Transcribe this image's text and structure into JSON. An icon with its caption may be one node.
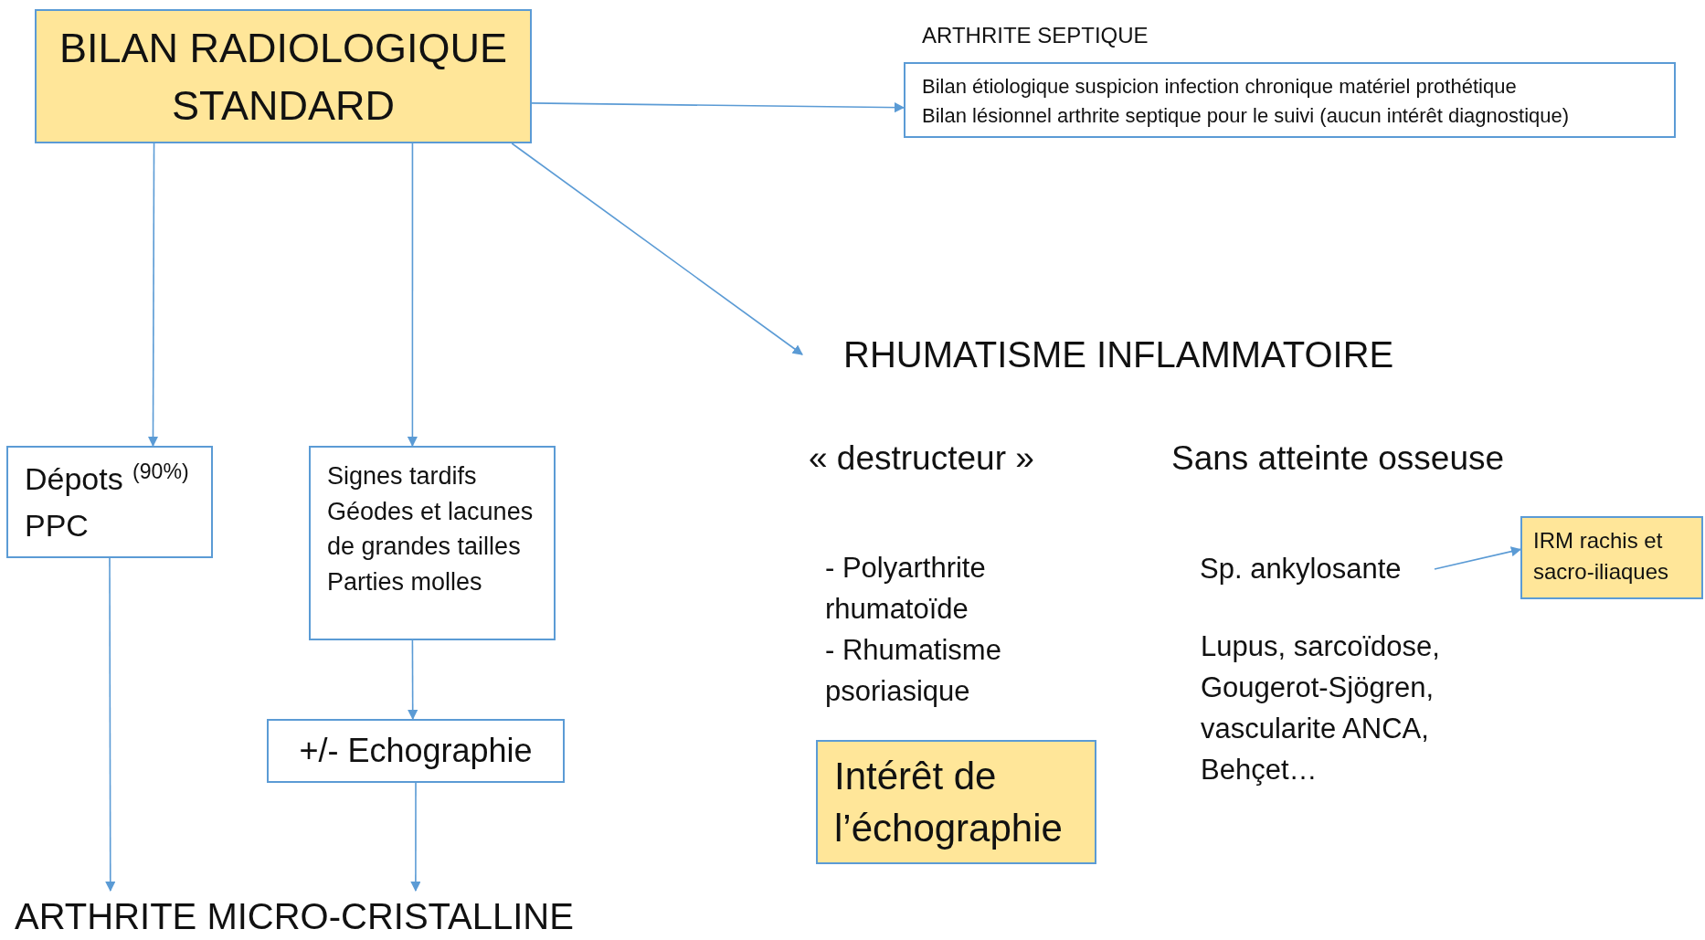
{
  "diagram": {
    "nodes": [
      {
        "text": [
          "BILAN RADIOLOGIQUE STANDARD"
        ]
      },
      {
        "text": [
          "ARTHRITE SEPTIQUE",
          "Bilan étiologique suspicion infection chronique matériel prothétique",
          "Bilan lésionnel arthrite septique pour le suivi (aucun intérêt diagnostique)"
        ]
      },
      {
        "text": [
          "Dépots PPC",
          "(90%)"
        ]
      },
      {
        "text": [
          "Signes tardifs",
          "Géodes et lacunes de grandes tailles",
          "Parties molles"
        ]
      },
      {
        "text": [
          "+/- Echographie"
        ]
      },
      {
        "text": [
          "ARTHRITE MICRO-CRISTALLINE"
        ]
      },
      {
        "text": [
          "RHUMATISME INFLAMMATOIRE"
        ]
      },
      {
        "text": [
          "Intérêt de l’échographie"
        ]
      },
      {
        "text": [
          "Sp. ankylosante"
        ]
      },
      {
        "text": [
          "IRM rachis et sacro-iliaques"
        ]
      }
    ],
    "edges": [
      {
        "from": 0,
        "to": 1,
        "arrow": "to"
      },
      {
        "from": 0,
        "to": 2,
        "arrow": "to"
      },
      {
        "from": 0,
        "to": 3,
        "arrow": "to"
      },
      {
        "from": 0,
        "to": 6,
        "arrow": "to"
      },
      {
        "from": 2,
        "to": 5,
        "arrow": "to"
      },
      {
        "from": 3,
        "to": 4,
        "arrow": "to"
      },
      {
        "from": 4,
        "to": 5,
        "arrow": "to"
      },
      {
        "from": 8,
        "to": 9,
        "arrow": "to"
      }
    ],
    "labels": [
      "« destructeur »",
      "Sans atteinte osseuse",
      "- Polyarthrite rhumatoïde",
      "- Rhumatisme psoriasique",
      "Lupus, sarcoïdose, Gougerot-Sjögren, vascularite ANCA, Behçet…"
    ]
  }
}
